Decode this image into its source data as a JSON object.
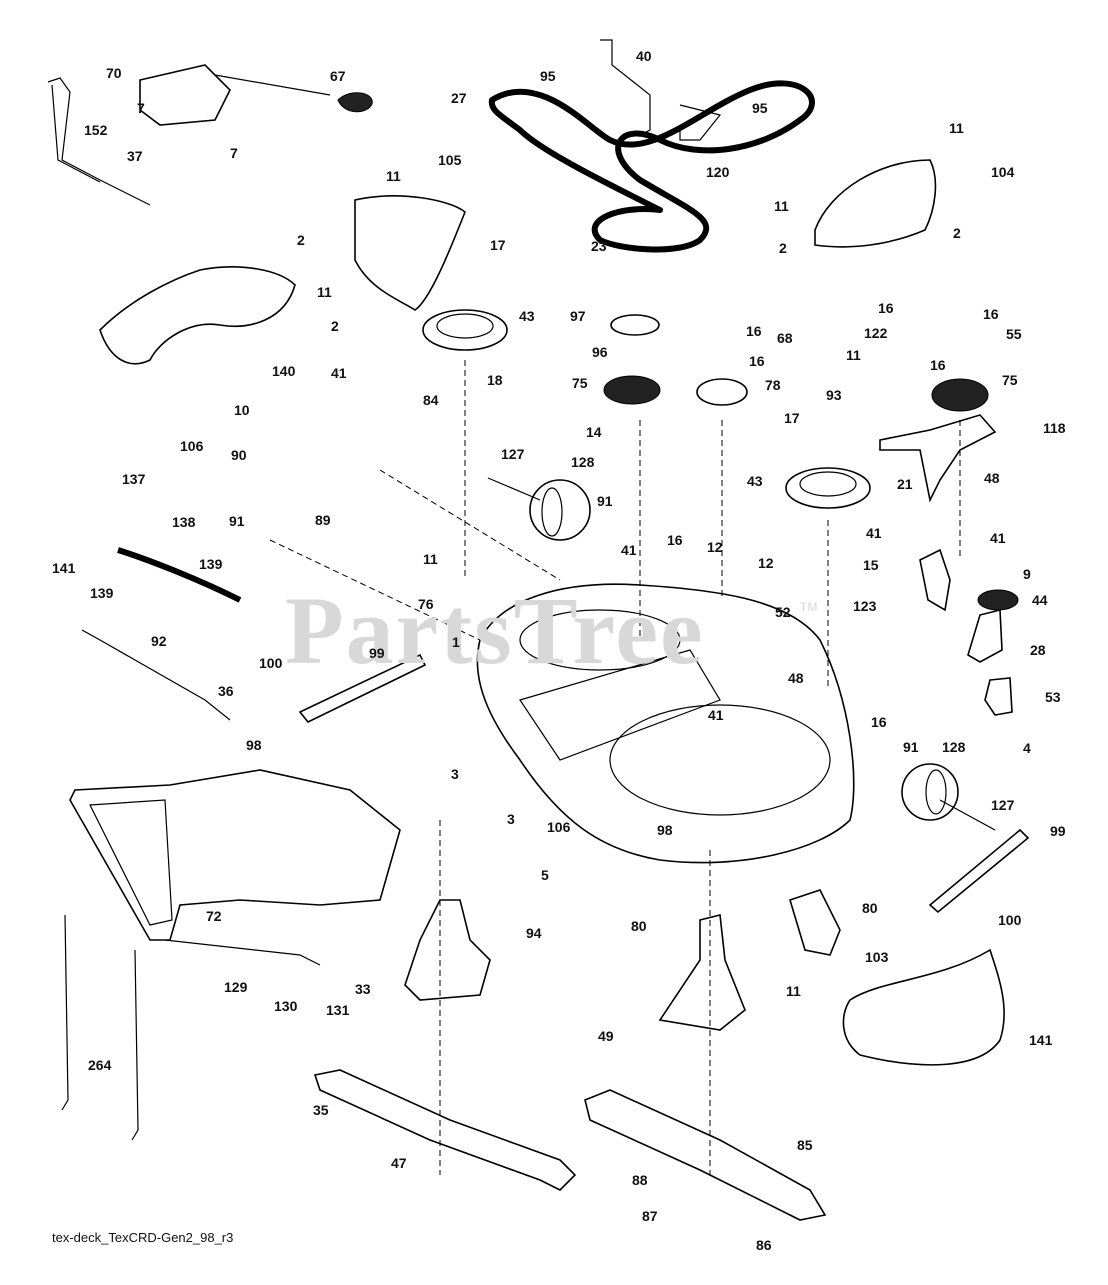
{
  "watermark": "PartsTree",
  "watermark_tm": "TM",
  "caption": "tex-deck_TexCRD-Gen2_98_r3",
  "labels": [
    "1",
    "2",
    "3",
    "4",
    "5",
    "7",
    "9",
    "10",
    "11",
    "12",
    "14",
    "15",
    "16",
    "17",
    "18",
    "21",
    "23",
    "27",
    "28",
    "33",
    "35",
    "36",
    "37",
    "40",
    "41",
    "43",
    "44",
    "47",
    "48",
    "49",
    "52",
    "53",
    "55",
    "67",
    "68",
    "70",
    "72",
    "75",
    "76",
    "78",
    "80",
    "84",
    "85",
    "86",
    "87",
    "88",
    "89",
    "90",
    "91",
    "92",
    "93",
    "94",
    "95",
    "96",
    "97",
    "98",
    "99",
    "100",
    "103",
    "104",
    "105",
    "106",
    "118",
    "120",
    "122",
    "123",
    "127",
    "128",
    "129",
    "130",
    "131",
    "137",
    "138",
    "139",
    "140",
    "141",
    "152",
    "264"
  ]
}
